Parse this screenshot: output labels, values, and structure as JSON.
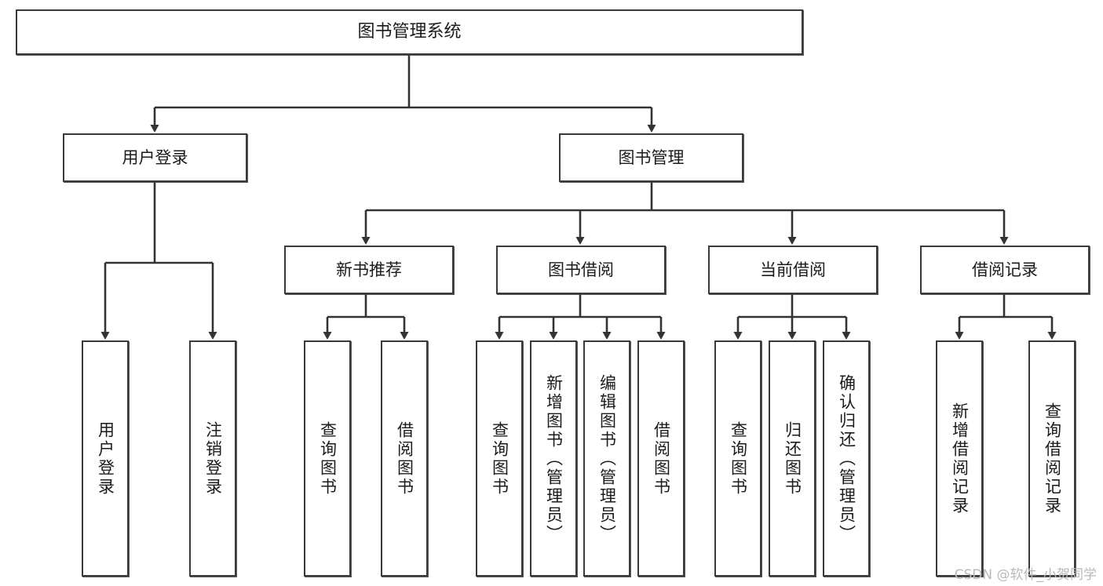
{
  "diagram": {
    "type": "tree",
    "title": "图书管理系统",
    "orientation": "top-down",
    "colors": {
      "node_border": "#3a3a3a",
      "node_fill": "#ffffff",
      "connector": "#333333",
      "text": "#1b1b1b",
      "watermark": "#b9b9b9"
    },
    "root": {
      "label": "图书管理系统"
    },
    "level2": [
      {
        "id": "user-login",
        "label": "用户登录"
      },
      {
        "id": "book-management",
        "label": "图书管理"
      }
    ],
    "level3": [
      {
        "id": "new-book-recommend",
        "label": "新书推荐"
      },
      {
        "id": "book-borrow",
        "label": "图书借阅"
      },
      {
        "id": "current-borrow",
        "label": "当前借阅"
      },
      {
        "id": "borrow-record",
        "label": "借阅记录"
      }
    ],
    "leaves": {
      "user_login": [
        {
          "id": "leaf-user-login",
          "label": "用户登录"
        },
        {
          "id": "leaf-logout",
          "label": "注销登录"
        }
      ],
      "new_book_recommend": [
        {
          "id": "leaf-query-book-1",
          "label": "查询图书"
        },
        {
          "id": "leaf-borrow-book-1",
          "label": "借阅图书"
        }
      ],
      "book_borrow": [
        {
          "id": "leaf-query-book-2",
          "label": "查询图书"
        },
        {
          "id": "leaf-add-book",
          "label": "新增图书（管理员）"
        },
        {
          "id": "leaf-edit-book",
          "label": "编辑图书（管理员）"
        },
        {
          "id": "leaf-borrow-book-2",
          "label": "借阅图书"
        }
      ],
      "current_borrow": [
        {
          "id": "leaf-query-book-3",
          "label": "查询图书"
        },
        {
          "id": "leaf-return-book",
          "label": "归还图书"
        },
        {
          "id": "leaf-confirm-return",
          "label": "确认归还（管理员）"
        }
      ],
      "borrow_record": [
        {
          "id": "leaf-add-record",
          "label": "新增借阅记录"
        },
        {
          "id": "leaf-query-record",
          "label": "查询借阅记录"
        }
      ]
    }
  },
  "watermark": {
    "text": "CSDN @软件_小贺同学"
  }
}
